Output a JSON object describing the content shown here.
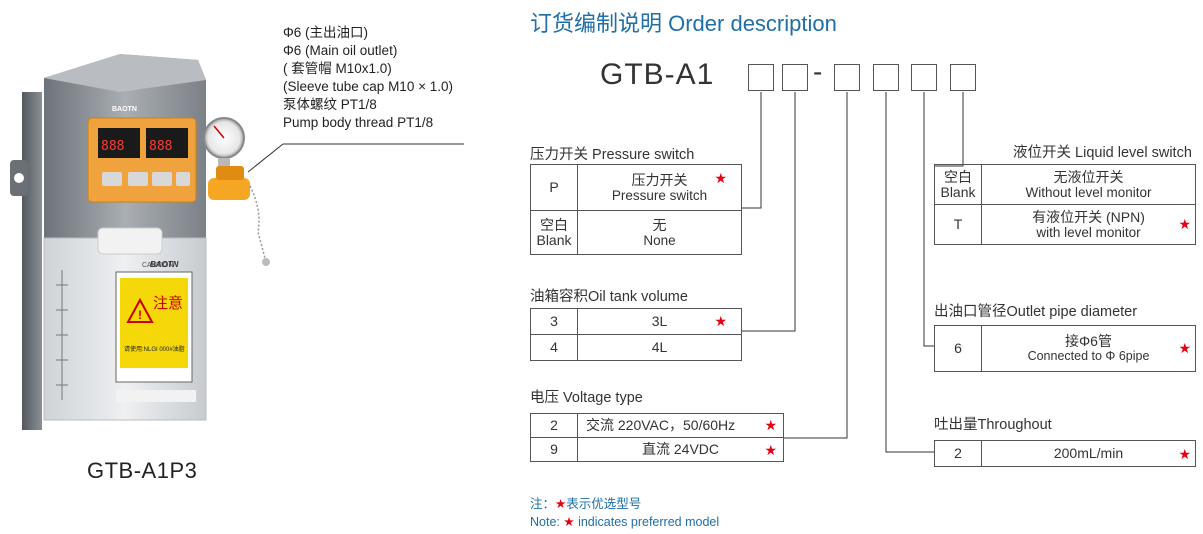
{
  "callout": {
    "l1": "Φ6 (主出油口)",
    "l2": "Φ6 (Main oil outlet)",
    "l3": "( 套管帽 M10x1.0)",
    "l4": "(Sleeve tube cap M10 × 1.0)",
    "l5": "泵体螺纹 PT1/8",
    "l6": "Pump body thread PT1/8"
  },
  "product": {
    "brand": "BAOTN",
    "warning_cn": "注意",
    "caution": "CAUTION",
    "label_use": "请使用:NLGI 000#油脂",
    "model_label": "GTB-A1P3"
  },
  "order": {
    "title": "订货编制说明 Order description",
    "model_prefix": "GTB-A1",
    "dash": "-"
  },
  "sections": {
    "pressure": {
      "title": "压力开关 Pressure switch",
      "rows": [
        {
          "code": "P",
          "cn": "压力开关",
          "en": "Pressure switch",
          "preferred": true
        },
        {
          "code_cn": "空白",
          "code_en": "Blank",
          "cn": "无",
          "en": "None",
          "preferred": false
        }
      ]
    },
    "tank": {
      "title": "油箱容积Oil tank volume",
      "rows": [
        {
          "code": "3",
          "value": "3L",
          "preferred": true
        },
        {
          "code": "4",
          "value": "4L",
          "preferred": false
        }
      ]
    },
    "voltage": {
      "title": "电压 Voltage type",
      "rows": [
        {
          "code": "2",
          "value": "交流 220VAC，50/60Hz",
          "preferred": true
        },
        {
          "code": "9",
          "value": "直流 24VDC",
          "preferred": true
        }
      ]
    },
    "level": {
      "title": "液位开关 Liquid level switch",
      "rows": [
        {
          "code_cn": "空白",
          "code_en": "Blank",
          "cn": "无液位开关",
          "en": "Without level monitor",
          "preferred": false
        },
        {
          "code": "T",
          "cn": "有液位开关 (NPN)",
          "en": "with level monitor",
          "preferred": true
        }
      ]
    },
    "outlet": {
      "title": "出油口管径Outlet pipe diameter",
      "rows": [
        {
          "code": "6",
          "cn": "接Φ6管",
          "en": "Connected to Φ 6pipe",
          "preferred": true
        }
      ]
    },
    "throughput": {
      "title": "吐出量Throughout",
      "rows": [
        {
          "code": "2",
          "value": "200mL/min",
          "preferred": true
        }
      ]
    }
  },
  "note": {
    "cn_prefix": "注：",
    "cn_text": "表示优选型号",
    "en_prefix": "Note:",
    "en_text": "indicates preferred model",
    "star": "★"
  },
  "colors": {
    "accent_blue": "#1e6fa8",
    "star_red": "#e60012",
    "pump_body": "#8f959b",
    "panel_orange": "#f0a23c",
    "label_yellow": "#f4d80a"
  }
}
